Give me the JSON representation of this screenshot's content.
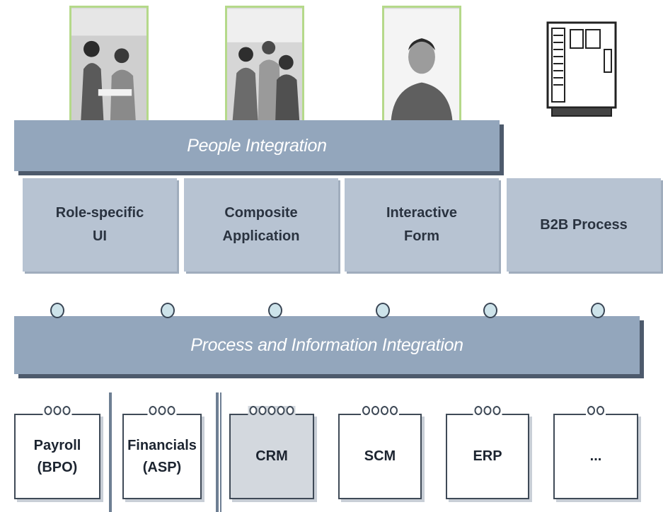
{
  "top_bar": {
    "label": "People Integration"
  },
  "modules": [
    {
      "line1": "Role-specific",
      "line2": "UI"
    },
    {
      "line1": "Composite",
      "line2": "Application"
    },
    {
      "line1": "Interactive",
      "line2": "Form"
    },
    {
      "line1": "B2B Process",
      "line2": ""
    }
  ],
  "bottom_bar": {
    "label": "Process and Information Integration"
  },
  "systems": [
    {
      "line1": "Payroll",
      "line2": "(BPO)",
      "rings": 3
    },
    {
      "line1": "Financials",
      "line2": "(ASP)",
      "rings": 3
    },
    {
      "line1": "CRM",
      "line2": "",
      "rings": 5
    },
    {
      "line1": "SCM",
      "line2": "",
      "rings": 4
    },
    {
      "line1": "ERP",
      "line2": "",
      "rings": 3
    },
    {
      "line1": "...",
      "line2": "",
      "rings": 2
    }
  ],
  "colors": {
    "band": "#93a6bc",
    "module": "#b7c3d2",
    "photo_border": "#b5d98a",
    "node_fill": "#cde3ea"
  }
}
